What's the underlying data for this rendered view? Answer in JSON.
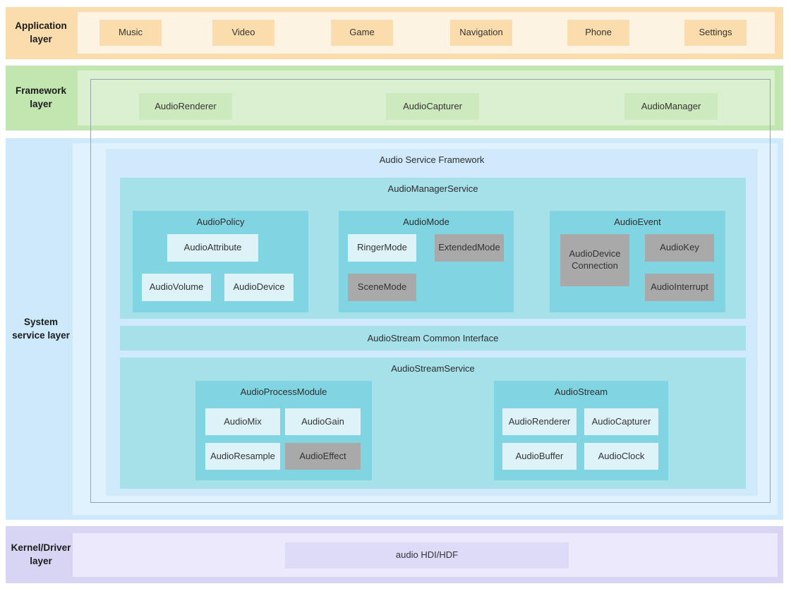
{
  "layers": {
    "application": {
      "label": "Application layer",
      "apps": [
        "Music",
        "Video",
        "Game",
        "Navigation",
        "Phone",
        "Settings"
      ]
    },
    "framework": {
      "label": "Framework layer",
      "components": [
        "AudioRenderer",
        "AudioCapturer",
        "AudioManager"
      ]
    },
    "system_service": {
      "label": "System service layer",
      "framework_title": "Audio Service Framework",
      "manager_service": {
        "title": "AudioManagerService",
        "audio_policy": {
          "title": "AudioPolicy",
          "attribute": "AudioAttribute",
          "volume": "AudioVolume",
          "device": "AudioDevice"
        },
        "audio_mode": {
          "title": "AudioMode",
          "ringer": "RingerMode",
          "extended": "ExtendedMode",
          "scene": "SceneMode"
        },
        "audio_event": {
          "title": "AudioEvent",
          "device_connection": "AudioDevice Connection",
          "key": "AudioKey",
          "interrupt": "AudioInterrupt"
        }
      },
      "common_interface": "AudioStream Common Interface",
      "stream_service": {
        "title": "AudioStreamService",
        "process_module": {
          "title": "AudioProcessModule",
          "mix": "AudioMix",
          "gain": "AudioGain",
          "resample": "AudioResample",
          "effect": "AudioEffect"
        },
        "audio_stream": {
          "title": "AudioStream",
          "renderer": "AudioRenderer",
          "capturer": "AudioCapturer",
          "buffer": "AudioBuffer",
          "clock": "AudioClock"
        }
      }
    },
    "kernel_driver": {
      "label": "Kernel/Driver layer",
      "component": "audio HDI/HDF"
    }
  },
  "colors": {
    "application_band": "#fbdcac",
    "framework_band": "#c1e6af",
    "system_service_band": "#cde9fb",
    "teal_container": "#a6e0e9",
    "teal_group": "#81d5e2",
    "leaf_light": "#def3f8",
    "leaf_gray": "#a9a9a9",
    "kernel_band": "#d8d5f4"
  }
}
